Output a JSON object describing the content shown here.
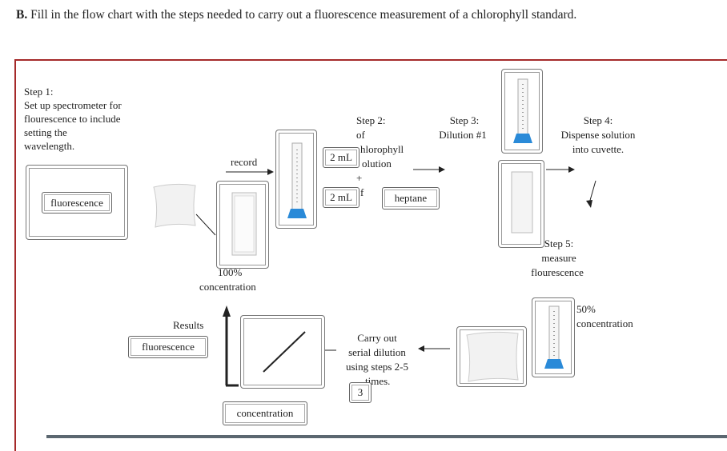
{
  "question": {
    "prefix": "B.",
    "text": " Fill in the flow chart with the steps needed to carry out a fluorescence measurement of a chlorophyll standard."
  },
  "steps": {
    "step1": {
      "title": "Step 1:",
      "l1": "Set up spectrometer for",
      "l2": "flourescence to include",
      "l3": "setting the",
      "l4": "wavelength."
    },
    "record": "record",
    "step2": {
      "title": "Step 2:",
      "l1": "of",
      "l2": "hlorophyll",
      "l3": "olution",
      "plus": "+",
      "l4": "f"
    },
    "step3": {
      "title": "Step 3:",
      "l1": "Dilution #1"
    },
    "step4": {
      "title": "Step 4:",
      "l1": "Dispense solution",
      "l2": "into cuvette."
    },
    "step5": {
      "title": "Step 5:",
      "l1": "measure",
      "l2": "flourescence"
    },
    "conc100": {
      "l1": "100%",
      "l2": "concentration"
    },
    "conc50": {
      "l1": "50%",
      "l2": "concentration"
    },
    "results": "Results",
    "serial": {
      "l1": "Carry out",
      "l2": "serial dilution",
      "l3": "using steps 2-5",
      "l4": "times."
    }
  },
  "chips": {
    "fluorescence1": "fluorescence",
    "ml_a": "2 mL",
    "ml_b": "2 mL",
    "heptane": "heptane",
    "fluorescence2": "fluorescence",
    "times": "3",
    "concentration": "concentration"
  },
  "colors": {
    "border": "#a52a2a",
    "flask_base": "#2a8ad8",
    "bar": "#5b6770"
  },
  "icons": [
    "graduated-cylinder-icon",
    "cuvette-icon",
    "blank-paper-icon",
    "line-graph-icon",
    "arrow-icon"
  ]
}
